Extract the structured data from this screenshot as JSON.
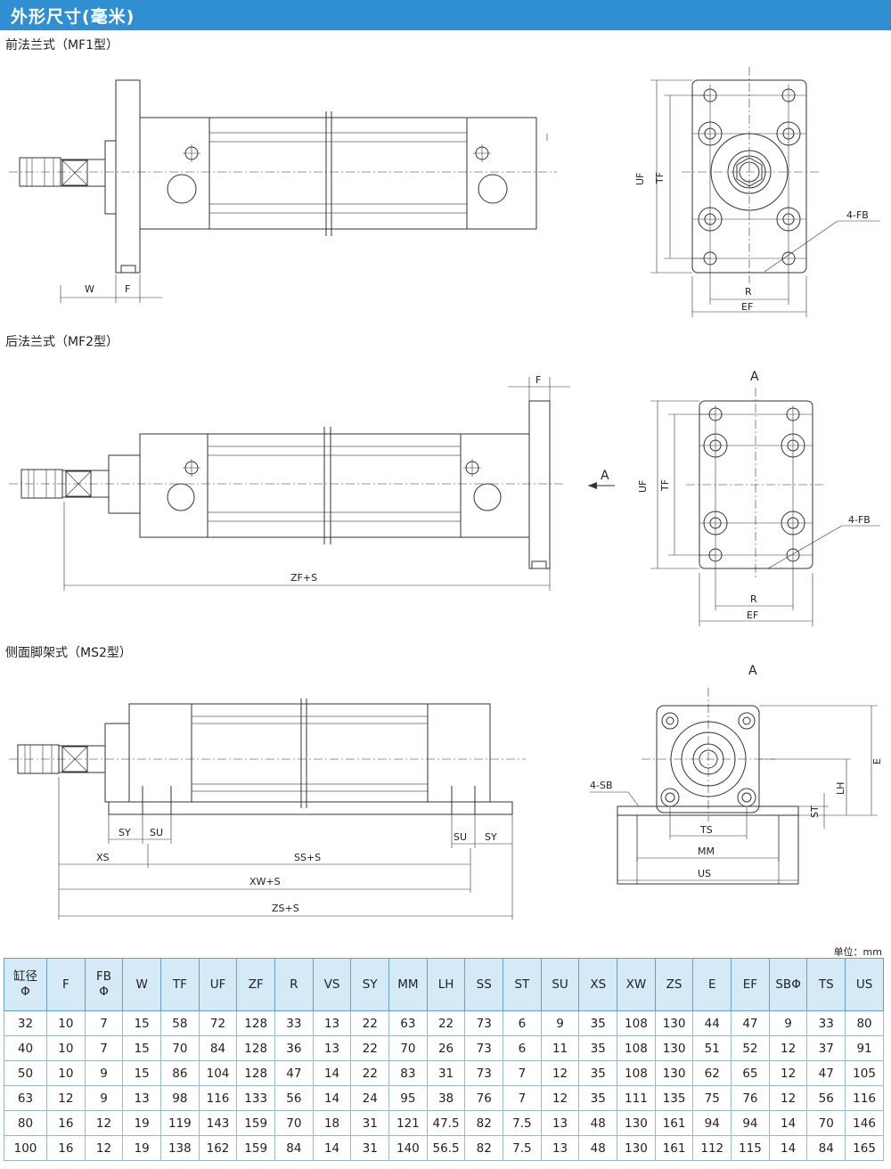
{
  "header": {
    "title": "外形尺寸(毫米)"
  },
  "sections": {
    "mf1": {
      "title": "前法兰式（MF1型）",
      "labels": {
        "w": "W",
        "f": "F",
        "uf": "UF",
        "tf": "TF",
        "fb": "4-FB",
        "r": "R",
        "ef": "EF"
      }
    },
    "mf2": {
      "title": "后法兰式（MF2型）",
      "labels": {
        "f": "F",
        "a_arrow": "A",
        "zf": "ZF+S",
        "a_view": "A",
        "uf": "UF",
        "tf": "TF",
        "fb": "4-FB",
        "r": "R",
        "ef": "EF"
      }
    },
    "ms2": {
      "title": "侧面脚架式（MS2型）",
      "labels": {
        "sy_left": "SY",
        "su_left": "SU",
        "su_right": "SU",
        "sy_right": "SY",
        "xs": "XS",
        "ss": "SS+S",
        "xw": "XW+S",
        "zs": "ZS+S",
        "a_view": "A",
        "e": "E",
        "lh": "LH",
        "st": "ST",
        "sb": "4-SB",
        "ts": "TS",
        "mm": "MM",
        "us": "US"
      }
    }
  },
  "unit": "单位：mm",
  "table": {
    "header_line1": [
      "缸径",
      "F",
      "FB",
      "W",
      "TF",
      "UF",
      "ZF",
      "R",
      "VS",
      "SY",
      "MM",
      "LH",
      "SS",
      "ST",
      "SU",
      "XS",
      "XW",
      "ZS",
      "E",
      "EF",
      "SBΦ",
      "TS",
      "US"
    ],
    "header_line2": [
      "Φ",
      "",
      "Φ",
      "",
      "",
      "",
      "",
      "",
      "",
      "",
      "",
      "",
      "",
      "",
      "",
      "",
      "",
      "",
      "",
      "",
      "",
      "",
      ""
    ],
    "rows": [
      [
        "32",
        "10",
        "7",
        "15",
        "58",
        "72",
        "128",
        "33",
        "13",
        "22",
        "63",
        "22",
        "73",
        "6",
        "9",
        "35",
        "108",
        "130",
        "44",
        "47",
        "9",
        "33",
        "80"
      ],
      [
        "40",
        "10",
        "7",
        "15",
        "70",
        "84",
        "128",
        "36",
        "13",
        "22",
        "70",
        "26",
        "73",
        "6",
        "11",
        "35",
        "108",
        "130",
        "51",
        "52",
        "12",
        "37",
        "91"
      ],
      [
        "50",
        "10",
        "9",
        "15",
        "86",
        "104",
        "128",
        "47",
        "14",
        "22",
        "83",
        "31",
        "73",
        "7",
        "12",
        "35",
        "108",
        "130",
        "62",
        "65",
        "12",
        "47",
        "105"
      ],
      [
        "63",
        "12",
        "9",
        "13",
        "98",
        "116",
        "133",
        "56",
        "14",
        "24",
        "95",
        "38",
        "76",
        "7",
        "12",
        "35",
        "111",
        "135",
        "75",
        "76",
        "12",
        "56",
        "116"
      ],
      [
        "80",
        "16",
        "12",
        "19",
        "119",
        "143",
        "159",
        "70",
        "18",
        "31",
        "121",
        "47.5",
        "82",
        "7.5",
        "13",
        "48",
        "130",
        "161",
        "94",
        "94",
        "14",
        "70",
        "146"
      ],
      [
        "100",
        "16",
        "12",
        "19",
        "138",
        "162",
        "159",
        "84",
        "14",
        "31",
        "140",
        "56.5",
        "82",
        "7.5",
        "13",
        "48",
        "130",
        "161",
        "112",
        "115",
        "14",
        "84",
        "165"
      ]
    ]
  }
}
